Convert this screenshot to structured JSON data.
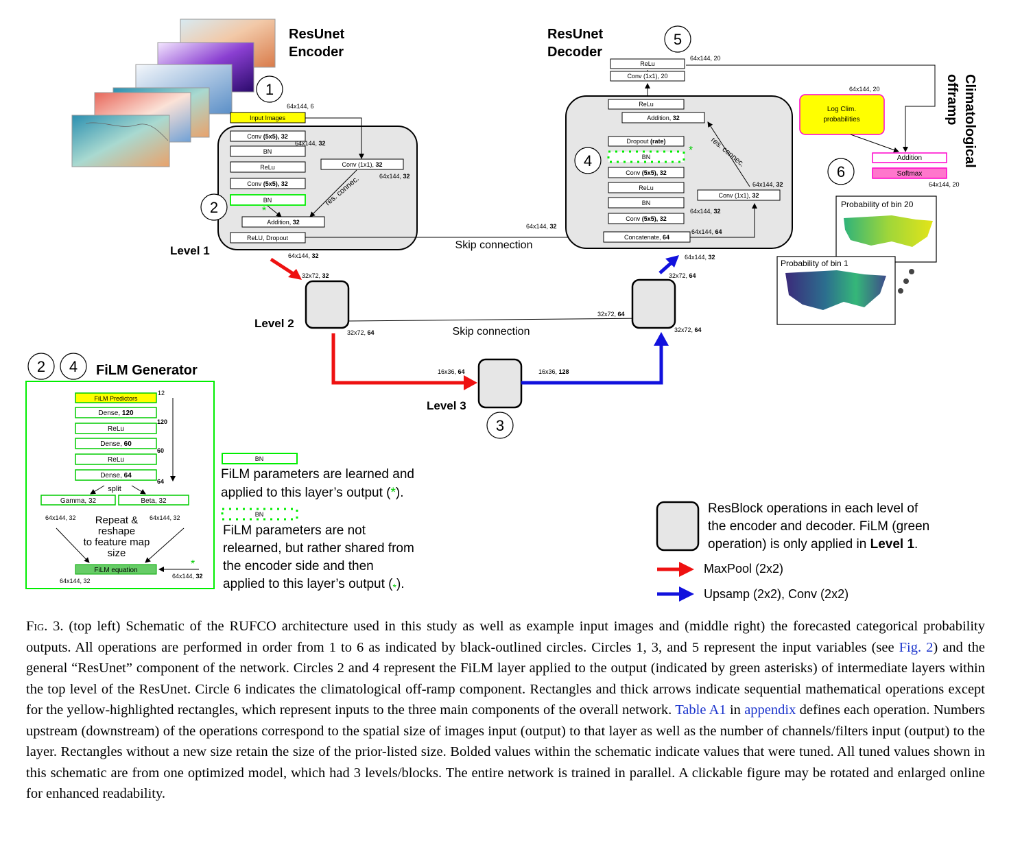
{
  "colors": {
    "yellow": "#ffff00",
    "green": "#00ee00",
    "film_eq": "#66cc66",
    "pink": "#ff77cc",
    "red": "#ee1111",
    "blue": "#1111dd",
    "block_fill": "#e6e6e6"
  },
  "encoder": {
    "title1": "ResUnet",
    "title2": "Encoder",
    "circle": "1",
    "input_images": "Input Images",
    "input_dim": "64x144, 6",
    "conv_a_pre": "Conv ",
    "conv_a_bold": "(5x5), 32",
    "conv_a_dim_pre": "64x144, ",
    "conv_a_dim_bold": "32",
    "bn1": "BN",
    "relu": "ReLu",
    "conv_b_pre": "Conv ",
    "conv_b_bold": "(5x5), 32",
    "bn2": "BN",
    "res_conv": "Conv (1x1), ",
    "res_conv_bold": "32",
    "res_conv_dim_pre": "64x144, ",
    "res_conv_dim_bold": "32",
    "res_connec": "res. connec.",
    "addition": "Addition, ",
    "addition_bold": "32",
    "relu_dropout": "ReLU, Dropout",
    "circle2": "2",
    "level": "Level 1",
    "out_dim_pre": "64x144, ",
    "out_dim_bold": "32"
  },
  "skip": {
    "label1": "Skip connection",
    "label2": "Skip connection",
    "dim1_pre": "64x144, ",
    "dim1_bold": "32"
  },
  "level2": {
    "label": "Level 2",
    "in_dim_pre": "32x72, ",
    "in_dim_bold": "32",
    "out_dim_pre": "32x72, ",
    "out_dim_bold": "64",
    "skip_dim_pre": "32x72, ",
    "skip_dim_bold": "64",
    "dec_in_pre": "32x72, ",
    "dec_in_bold": "64",
    "dec_out_pre": "32x72, ",
    "dec_out_bold": "64",
    "dec_up_pre": "64x144, ",
    "dec_up_bold": "32"
  },
  "level3": {
    "label": "Level 3",
    "circle": "3",
    "in_pre": "16x36, ",
    "in_bold": "64",
    "out_pre": "16x36, ",
    "out_bold": "128"
  },
  "decoder": {
    "title1": "ResUnet",
    "title2": "Decoder",
    "circle5": "5",
    "relu_top": "ReLu",
    "conv1x1_20": "Conv (1x1), 20",
    "top_dim": "64x144, 20",
    "relu": "ReLu",
    "addition": "Addition, ",
    "addition_bold": "32",
    "dropout": "Dropout ",
    "dropout_bold": "(rate)",
    "bn_dotted": "BN",
    "conv_a": "Conv ",
    "conv_a_bold": "(5x5), 32",
    "relu2": "ReLu",
    "bn": "BN",
    "conv_b": "Conv ",
    "conv_b_bold": "(5x5), 32",
    "concat": "Concatenate, ",
    "concat_bold": "64",
    "res_conv": "Conv (1x1), ",
    "res_conv_bold": "32",
    "res_connec": "res. connec.",
    "circle4": "4",
    "dim_a_pre": "64x144, ",
    "dim_a_bold": "32",
    "dim_b_pre": "64x144, ",
    "dim_b_bold": "32",
    "dim_c_pre": "64x144, ",
    "dim_c_bold": "64"
  },
  "offramp": {
    "title1": "Climatological",
    "title2": "offramp",
    "log_clim1": "Log Clim.",
    "log_clim2": "probabilities",
    "log_dim": "64x144, 20",
    "addition": "Addition",
    "softmax": "Softmax",
    "softmax_dim": "64x144, 20",
    "circle": "6",
    "prob20": "Probability of bin 20",
    "prob1": "Probability of bin 1"
  },
  "film": {
    "circle_a": "2",
    "circle_b": "4",
    "title": "FiLM Generator",
    "predictors": "FiLM Predictors",
    "predictors_dim": "12",
    "dense120_pre": "Dense, ",
    "dense120_bold": "120",
    "dim120": "120",
    "relu1": "ReLu",
    "dense60_pre": "Dense, ",
    "dense60_bold": "60",
    "dim60": "60",
    "relu2": "ReLu",
    "dense64_pre": "Dense, ",
    "dense64_bold": "64",
    "dim64": "64",
    "split": "split",
    "gamma": "Gamma, 32",
    "beta": "Beta, 32",
    "dim_left": "64x144, 32",
    "dim_right": "64x144, 32",
    "repeat1": "Repeat &",
    "repeat2": "reshape",
    "repeat3": "to feature map",
    "repeat4": "size",
    "equation": "FiLM equation",
    "eq_dim_left": "64x144, 32",
    "eq_dim_right_pre": "64x144, ",
    "eq_dim_right_bold": "32"
  },
  "legend": {
    "bn_solid": "BN",
    "solid_text1": "FiLM parameters are learned and",
    "solid_text2": "applied to this layer’s output (",
    "solid_text2_end": ").",
    "bn_dotted": "BN",
    "dotted_text1": "FiLM parameters are not",
    "dotted_text2": "relearned, but rather shared from",
    "dotted_text3": "the encoder side and then",
    "dotted_text4": "applied to this layer’s output (",
    "dotted_text4_end": ").",
    "resblock1": "ResBlock operations in each level of",
    "resblock2": "the encoder and decoder. FiLM (green",
    "resblock3_pre": "operation) is only applied in ",
    "resblock3_bold": "Level 1",
    "resblock3_end": ".",
    "maxpool": "MaxPool (2x2)",
    "upsamp": "Upsamp (2x2), Conv (2x2)"
  },
  "asterisk": "*",
  "caption": {
    "fig": "Fig",
    "p1": ". 3. (top left) Schematic of the RUFCO architecture used in this study as well as example input images and (middle right) the forecasted categorical probability outputs. All operations are performed in order from 1 to 6 as indicated by black-outlined circles. Circles 1, 3, and 5 represent the input variables (see ",
    "link1": "Fig. 2",
    "p2": ") and the general “ResUnet” component of the network. Circles 2 and 4 represent the FiLM layer applied to the output (indicated by green asterisks) of intermediate layers within the top level of the ResUnet. Circle 6 indicates the climatological off-ramp component. Rectangles and thick arrows indicate sequential mathematical operations except for the yellow-highlighted rectangles, which represent inputs to the three main components of the overall network. ",
    "link2": "Table A1",
    "p3": " in ",
    "link3": "appendix",
    "p4": " defines each operation. Numbers upstream (downstream) of the operations correspond to the spatial size of images input (output) to that layer as well as the number of channels/filters input (output) to the layer. Rectangles without a new size retain the size of the prior-listed size. Bolded values within the schematic indicate values that were tuned. All tuned values shown in this schematic are from one optimized model, which had 3 levels/blocks. The entire network is trained in parallel. A clickable figure may be rotated and enlarged online for enhanced readability."
  }
}
